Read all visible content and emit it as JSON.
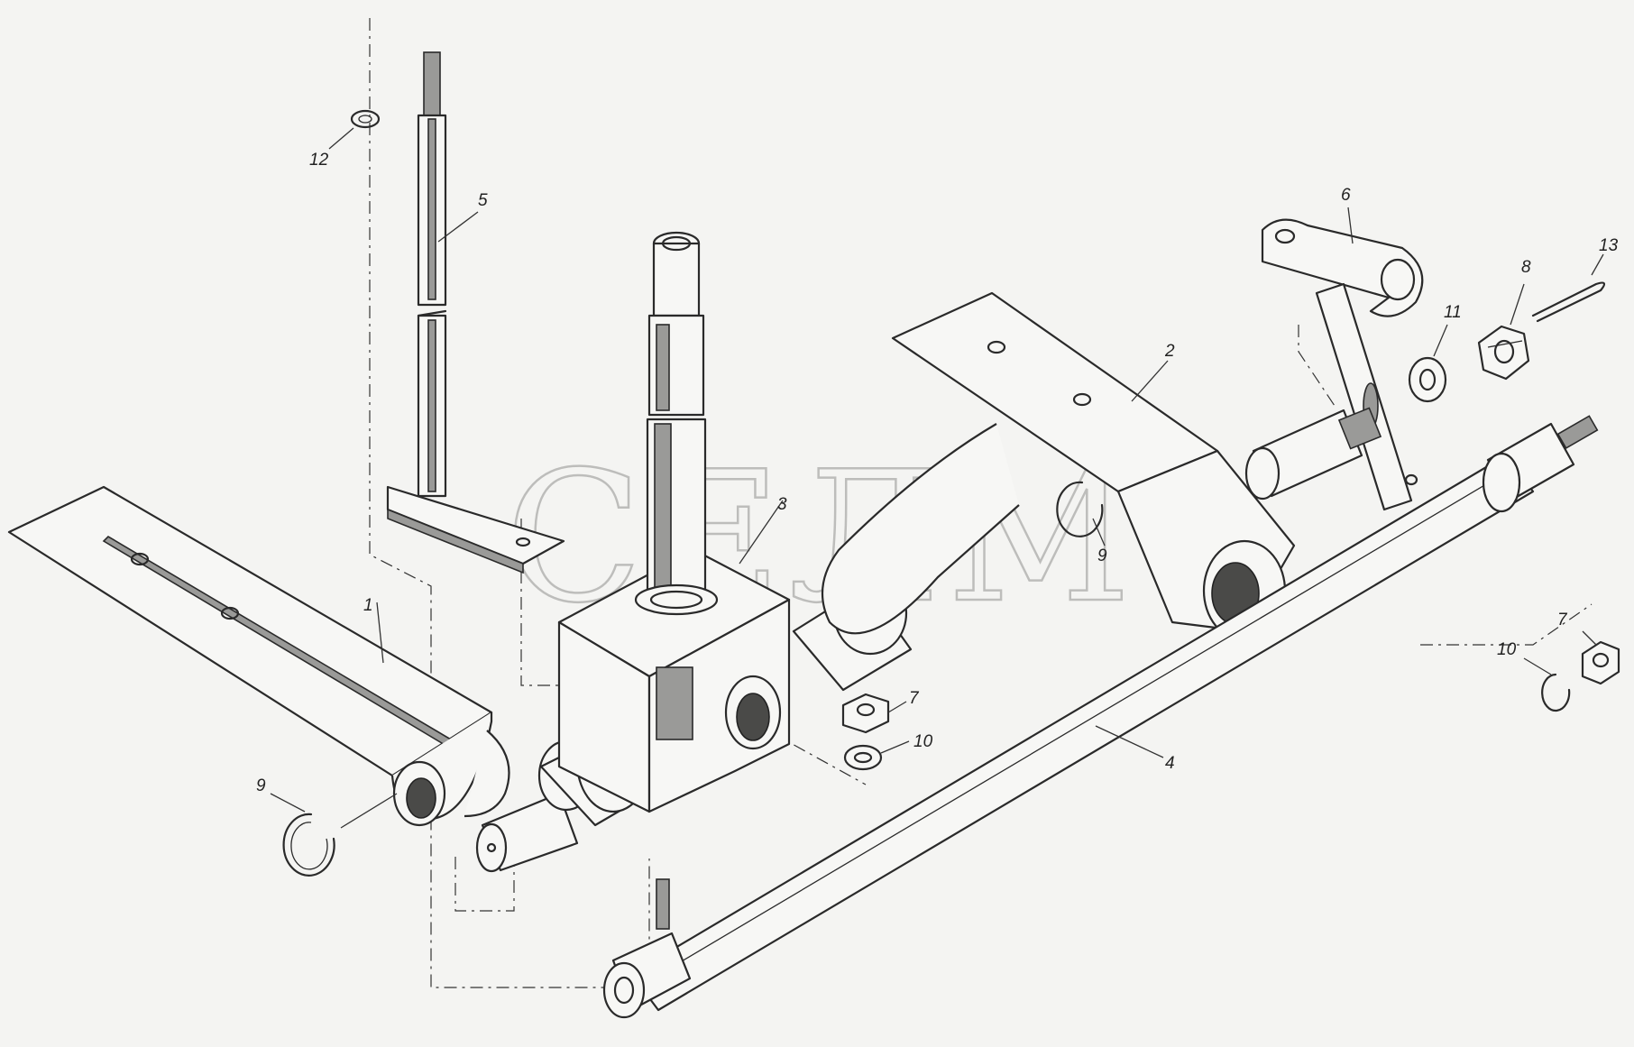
{
  "watermark": "СЕЛМ",
  "callouts": [
    {
      "id": "c1",
      "text": "1"
    },
    {
      "id": "c2",
      "text": "2"
    },
    {
      "id": "c3",
      "text": "3"
    },
    {
      "id": "c4",
      "text": "4"
    },
    {
      "id": "c5",
      "text": "5"
    },
    {
      "id": "c6",
      "text": "6"
    },
    {
      "id": "c7a",
      "text": "7"
    },
    {
      "id": "c7b",
      "text": "7"
    },
    {
      "id": "c8",
      "text": "8"
    },
    {
      "id": "c9a",
      "text": "9"
    },
    {
      "id": "c9b",
      "text": "9"
    },
    {
      "id": "c10a",
      "text": "10"
    },
    {
      "id": "c10b",
      "text": "10"
    },
    {
      "id": "c11",
      "text": "11"
    },
    {
      "id": "c12",
      "text": "12"
    },
    {
      "id": "c13",
      "text": "13"
    }
  ]
}
